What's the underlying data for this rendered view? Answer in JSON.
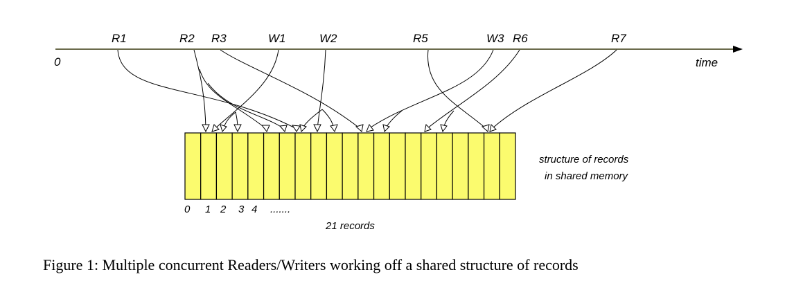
{
  "axis": {
    "origin_label": "0",
    "time_label": "time"
  },
  "processes": [
    "R1",
    "R2",
    "R3",
    "W1",
    "W2",
    "R5",
    "W3",
    "R6",
    "R7"
  ],
  "structure_label": {
    "line1": "structure of records",
    "line2": "in shared memory"
  },
  "record_indices": [
    "0",
    "1",
    "2",
    "3",
    "4",
    "......."
  ],
  "record_count_label": "21 records",
  "records": 21,
  "caption": "Figure 1: Multiple concurrent Readers/Writers working off a shared structure of records",
  "colors": {
    "record_fill": "#fbfb6e",
    "timeline": "#3a3a10"
  }
}
